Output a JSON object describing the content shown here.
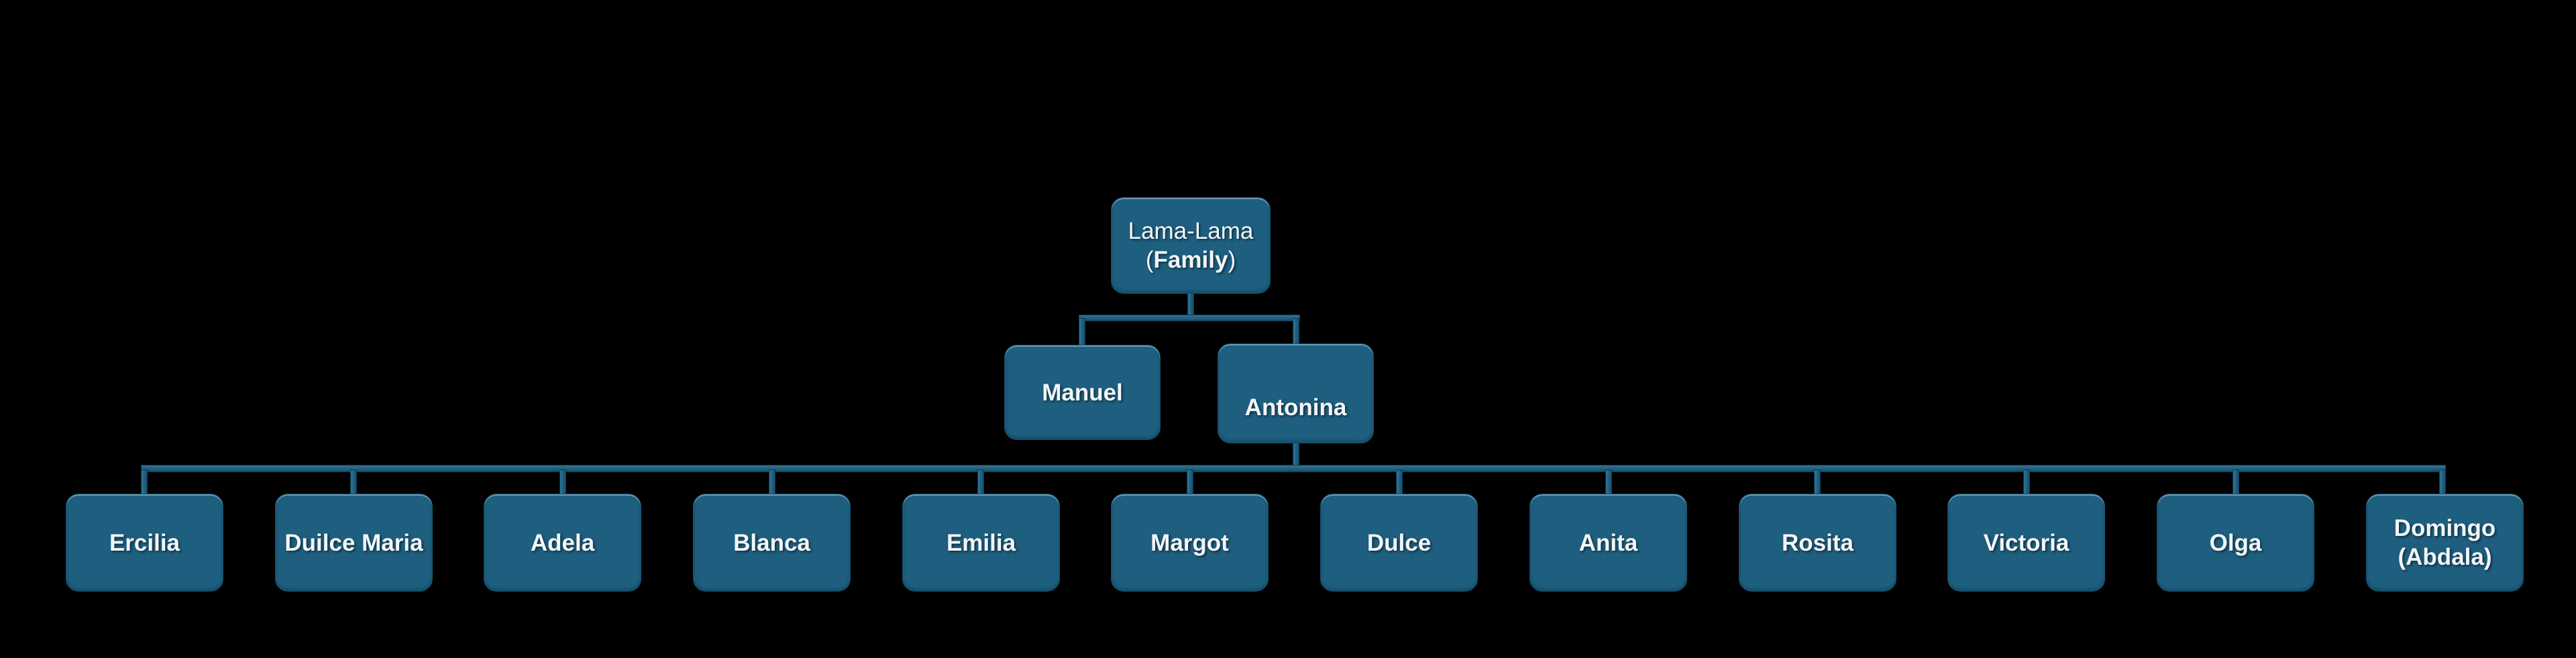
{
  "diagram": {
    "type": "family-tree-org-chart",
    "background_color": "#000000",
    "node_fill_color": "#1E5E7E",
    "node_text_color": "#F2F6F9",
    "connector_color": "#1E5F80",
    "connector_outline_color": "#0C3B54",
    "root": {
      "line1": "Lama-Lama",
      "line2_open": "(",
      "line2_word": "Family",
      "line2_close": ")"
    },
    "parents": [
      {
        "label": "Manuel"
      },
      {
        "label": "Antonina"
      }
    ],
    "children": [
      {
        "label": "Ercilia"
      },
      {
        "label": "Duilce Maria"
      },
      {
        "label": "Adela"
      },
      {
        "label": "Blanca"
      },
      {
        "label": "Emilia"
      },
      {
        "label": "Margot"
      },
      {
        "label": "Dulce"
      },
      {
        "label": "Anita"
      },
      {
        "label": "Rosita"
      },
      {
        "label": "Victoria"
      },
      {
        "label": "Olga"
      },
      {
        "label": "Domingo (Abdala)"
      }
    ]
  }
}
